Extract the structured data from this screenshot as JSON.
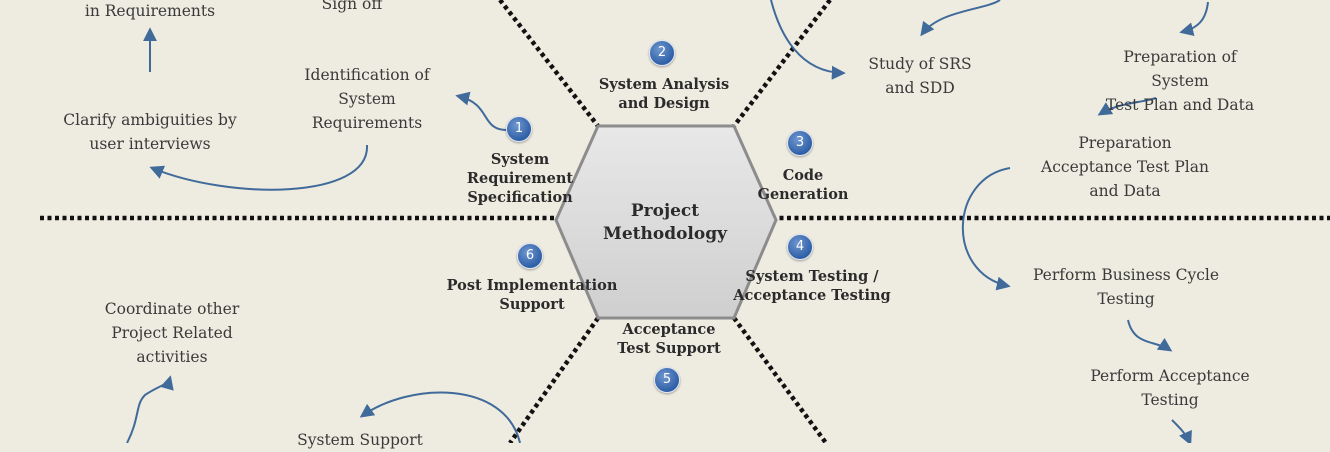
{
  "center": {
    "title": "Project\nMethodology"
  },
  "phases": [
    {
      "number": "1",
      "label": "System\nRequirement\nSpecification"
    },
    {
      "number": "2",
      "label": "System Analysis\nand Design"
    },
    {
      "number": "3",
      "label": "Code\nGeneration"
    },
    {
      "number": "4",
      "label": "System Testing /\nAcceptance Testing"
    },
    {
      "number": "5",
      "label": "Acceptance\nTest Support"
    },
    {
      "number": "6",
      "label": "Post Implementation\nSupport"
    }
  ],
  "activities": {
    "in_requirements": "in Requirements",
    "sign_off": "Sign off",
    "identification": "Identification of\nSystem\nRequirements",
    "clarify": "Clarify ambiguities by\nuser interviews",
    "study_srs": "Study of SRS\nand SDD",
    "system_test_plan": "Preparation of System\nTest Plan and Data",
    "acceptance_test_plan": "Preparation\nAcceptance Test Plan\nand Data",
    "business_cycle": "Perform Business Cycle\nTesting",
    "acceptance_testing": "Perform Acceptance\nTesting",
    "coordinate": "Coordinate other\nProject Related\nactivities",
    "system_support": "System Support"
  },
  "colors": {
    "background": "#eeebe0",
    "arrow": "#3f6a9a",
    "hexagon_fill": "#d9d9d9",
    "hexagon_stroke": "#8c8c8c",
    "badge": "#2f5fa6"
  }
}
